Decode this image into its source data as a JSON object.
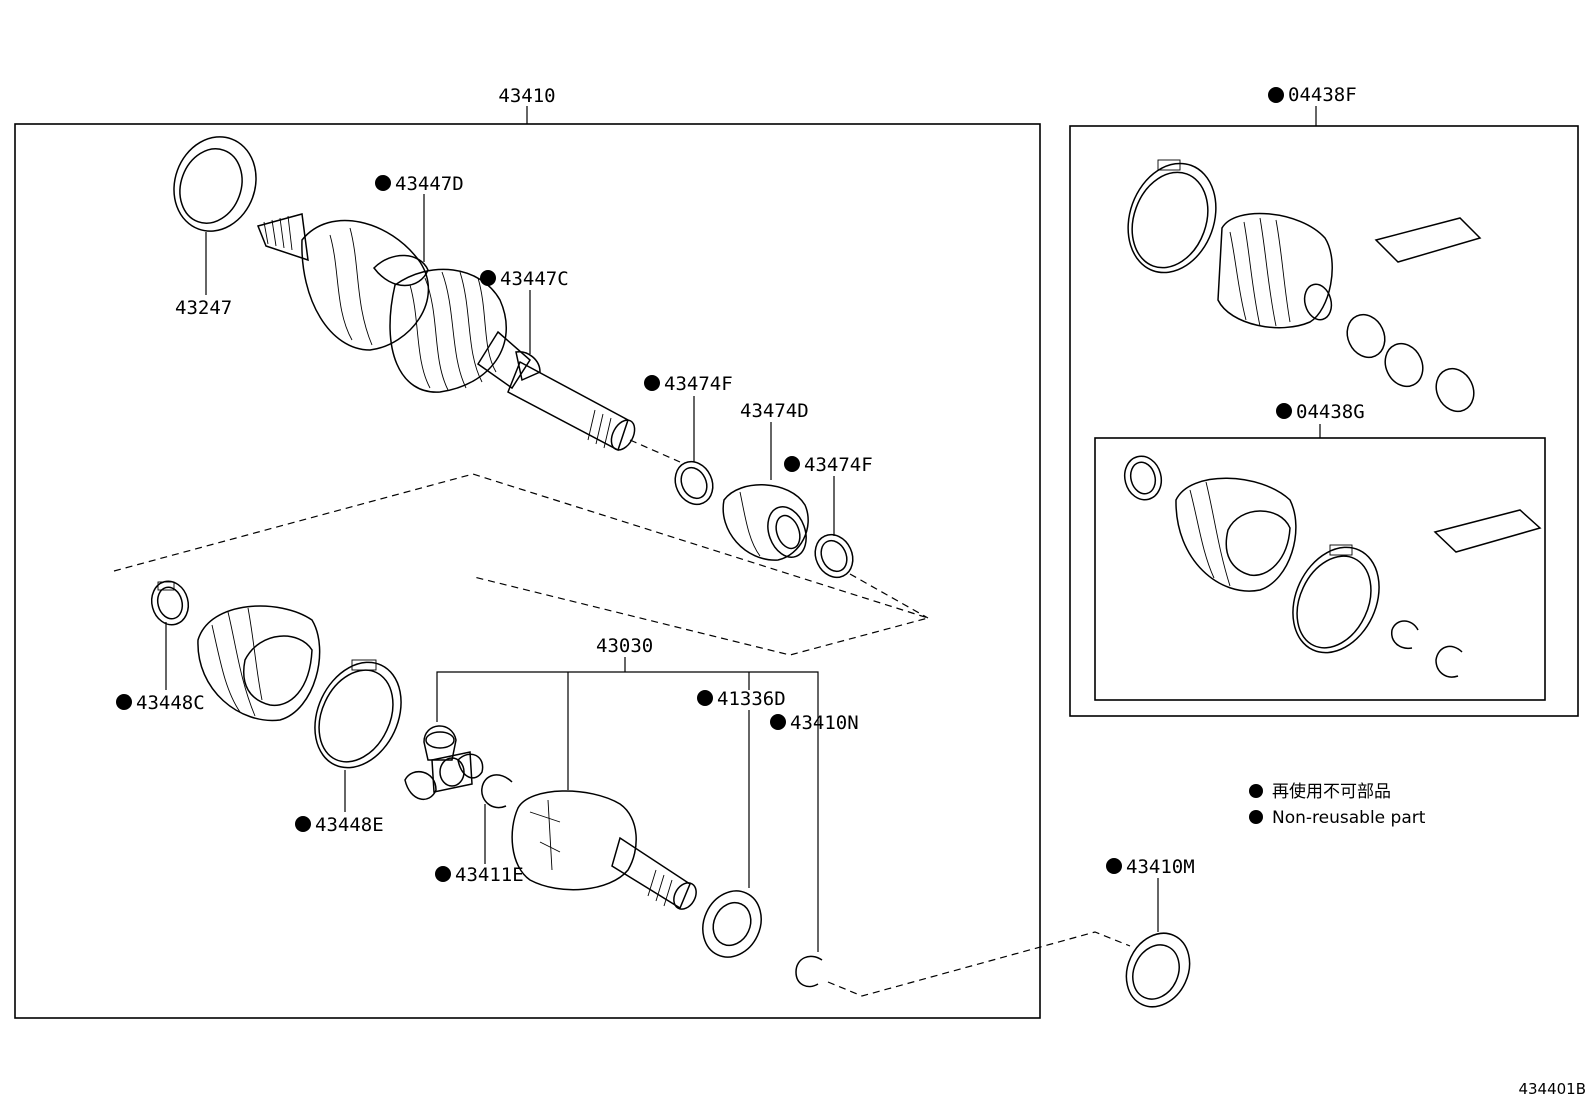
{
  "title": "",
  "diagram_code": "434401B",
  "groups": {
    "assembly_43410": {
      "label": "43410"
    },
    "kit_04438F": {
      "label": "04438F",
      "nonreusable": true
    },
    "kit_04438G": {
      "label": "04438G",
      "nonreusable": true
    }
  },
  "parts": [
    {
      "id": "43247",
      "label": "43247",
      "nonreusable": false
    },
    {
      "id": "43447D",
      "label": "43447D",
      "nonreusable": true
    },
    {
      "id": "43447C",
      "label": "43447C",
      "nonreusable": true
    },
    {
      "id": "43474F-a",
      "label": "43474F",
      "nonreusable": true
    },
    {
      "id": "43474D",
      "label": "43474D",
      "nonreusable": false
    },
    {
      "id": "43474F-b",
      "label": "43474F",
      "nonreusable": true
    },
    {
      "id": "43448C",
      "label": "43448C",
      "nonreusable": true
    },
    {
      "id": "43448E",
      "label": "43448E",
      "nonreusable": true
    },
    {
      "id": "43030",
      "label": "43030",
      "nonreusable": false
    },
    {
      "id": "41336D",
      "label": "41336D",
      "nonreusable": true
    },
    {
      "id": "43410N",
      "label": "43410N",
      "nonreusable": true
    },
    {
      "id": "43411E",
      "label": "43411E",
      "nonreusable": true
    },
    {
      "id": "43410M",
      "label": "43410M",
      "nonreusable": true
    }
  ],
  "legend": {
    "japanese": "再使用不可部品",
    "english": "Non-reusable part"
  }
}
